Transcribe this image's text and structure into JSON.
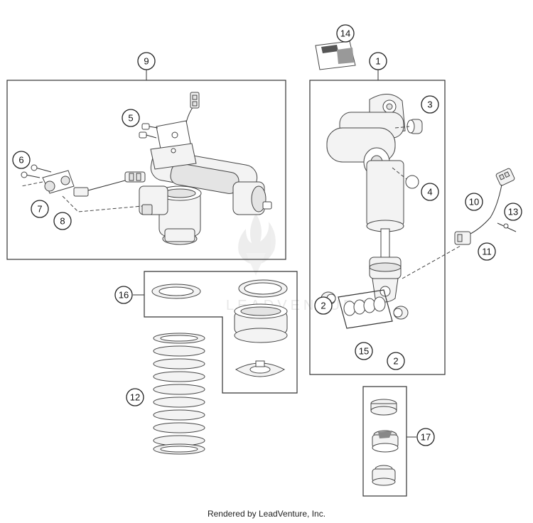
{
  "watermark": "LEADVENTURE",
  "footer": "Rendered by LeadVenture, Inc.",
  "callouts": {
    "c1": "1",
    "c2a": "2",
    "c2b": "2",
    "c3": "3",
    "c4": "4",
    "c5": "5",
    "c6": "6",
    "c7": "7",
    "c8": "8",
    "c9": "9",
    "c10": "10",
    "c11": "11",
    "c12": "12",
    "c13": "13",
    "c14": "14",
    "c15": "15",
    "c16": "16",
    "c17": "17"
  }
}
